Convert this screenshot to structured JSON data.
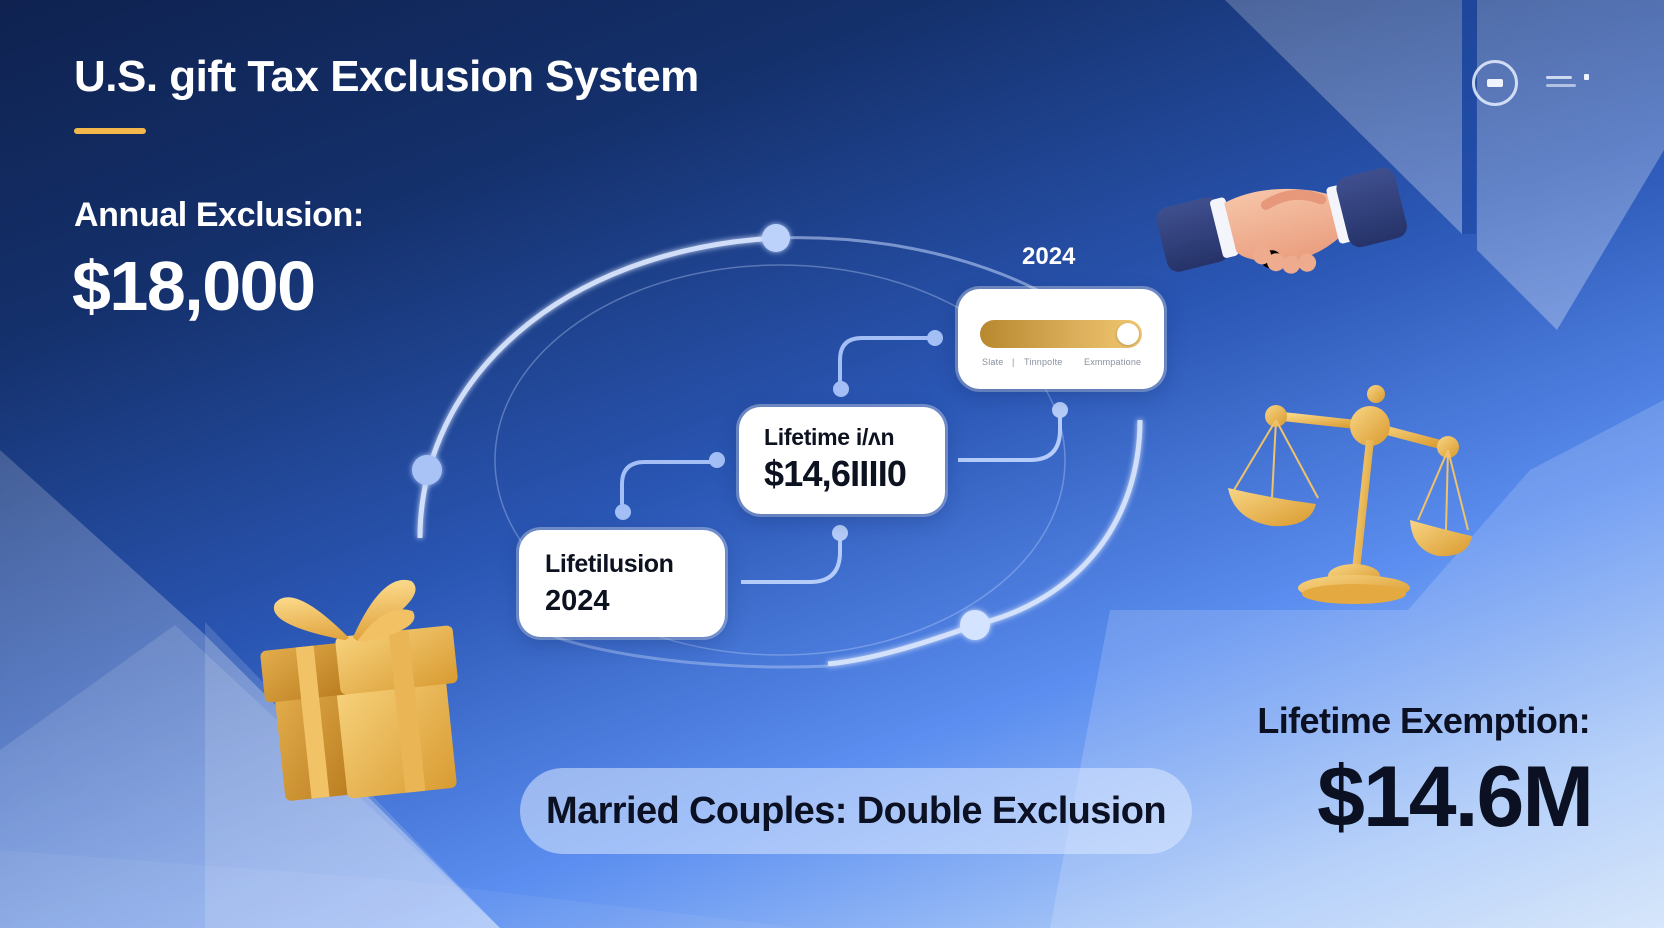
{
  "header": {
    "title": "U.S. gift Tax Exclusion System",
    "accent_color": "#f2b84b"
  },
  "annual": {
    "label": "Annual Exclusion:",
    "value": "$18,000"
  },
  "top_icons": [
    {
      "name": "minus-circle-icon"
    },
    {
      "name": "menu-lines-icon"
    }
  ],
  "timeline": {
    "year_label": "2024",
    "slider_card": {
      "ticks": [
        "Slate",
        "|",
        "Tinnpolte",
        "Exmmpatione"
      ],
      "track_color_start": "#b8882e",
      "track_color_end": "#f3c872"
    },
    "lifetime_card": {
      "line1": "Lifetime i/ʌn",
      "line2": "$14,6IIII0"
    },
    "ilusion_card": {
      "line1": "Lifetilusion",
      "line2": "2024"
    }
  },
  "pill": {
    "label": "Married Couples: Double Exclusion"
  },
  "lifetime_exemption": {
    "label": "Lifetime Exemption:",
    "value": "$14.6M"
  },
  "illustrations": [
    "handshake",
    "scales-of-justice",
    "gift-box"
  ],
  "colors": {
    "bg_dark": "#0f2250",
    "bg_mid": "#2a56b4",
    "bg_light": "#cfe2fb",
    "gold": "#e7b64f",
    "text_dark": "#0b1122"
  }
}
